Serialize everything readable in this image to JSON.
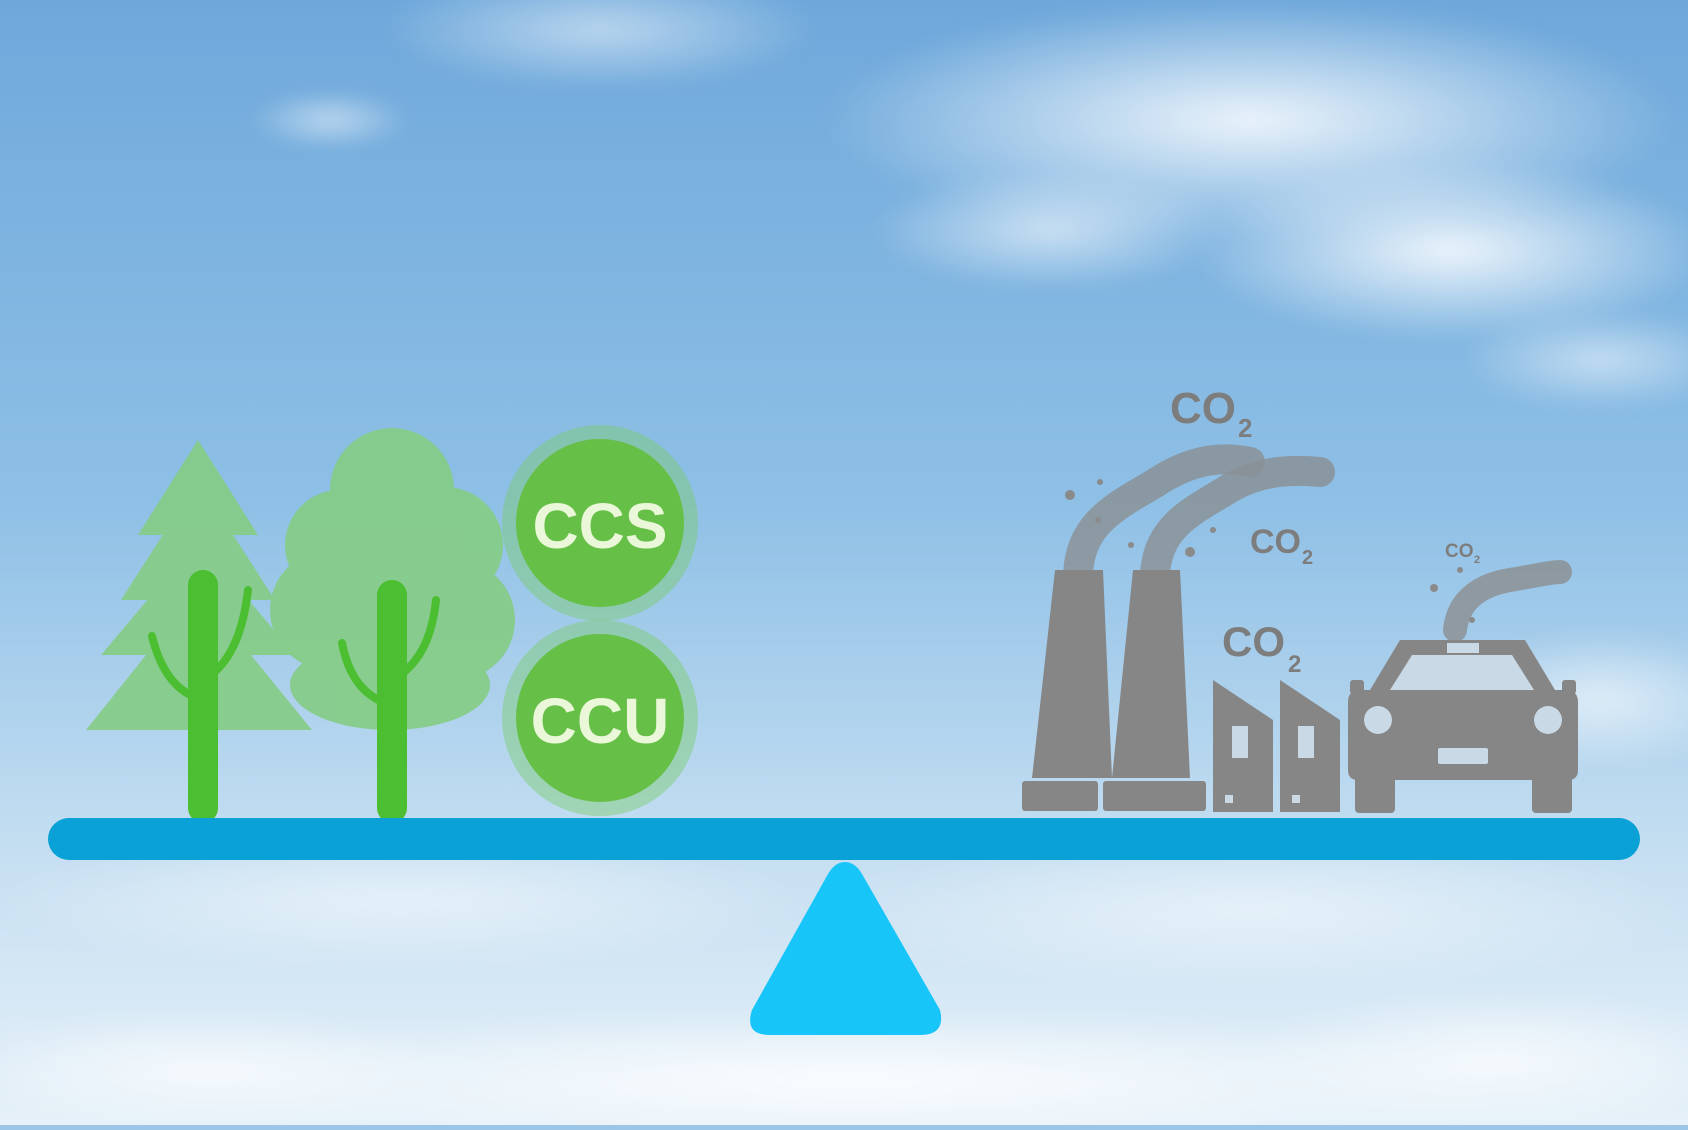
{
  "scene": {
    "badges": {
      "top": "CCS",
      "bottom": "CCU"
    },
    "emission_labels": {
      "large": {
        "main": "CO",
        "sub": "2"
      },
      "factory": {
        "main": "CO",
        "sub": "2"
      },
      "buildings": {
        "main": "CO",
        "sub": "2"
      },
      "car": {
        "main": "CO",
        "sub": "2"
      }
    },
    "colors": {
      "sky_top": "#6fa9dc",
      "sky_bottom": "#e4f0f8",
      "beam": "#0aa1d6",
      "fulcrum": "#17c5f8",
      "tree_green_light": "#86cc8a",
      "trunk_green": "#4cbe31",
      "badge_green": "#66bf47",
      "badge_text": "#eaf7d8",
      "emitter_gray": "#868686",
      "smoke_gray": "#8a8a8a"
    },
    "icons": [
      "pine-tree-icon",
      "leafy-tree-icon",
      "factory-chimney-icon",
      "buildings-icon",
      "car-icon",
      "smoke-icon"
    ]
  }
}
